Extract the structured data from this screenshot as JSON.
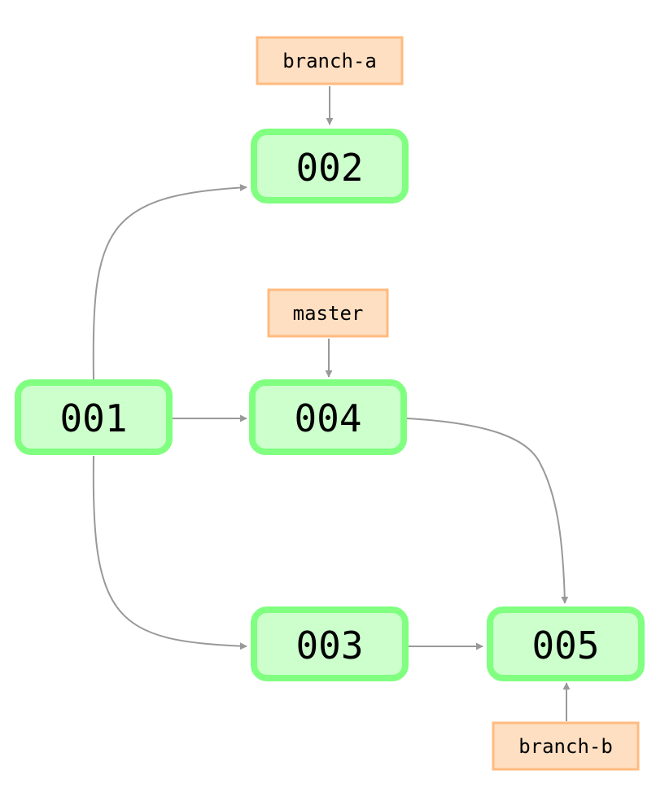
{
  "commits": [
    {
      "id": "001"
    },
    {
      "id": "002"
    },
    {
      "id": "003"
    },
    {
      "id": "004"
    },
    {
      "id": "005"
    }
  ],
  "branches": [
    {
      "name": "branch-a",
      "points_to": "002"
    },
    {
      "name": "master",
      "points_to": "004"
    },
    {
      "name": "branch-b",
      "points_to": "005"
    }
  ],
  "edges": [
    {
      "from": "001",
      "to": "002"
    },
    {
      "from": "001",
      "to": "004"
    },
    {
      "from": "001",
      "to": "003"
    },
    {
      "from": "004",
      "to": "005"
    },
    {
      "from": "003",
      "to": "005"
    }
  ],
  "colors": {
    "commit_fill": "#ccffcc",
    "commit_stroke": "#80ff80",
    "label_fill": "#ffdfc2",
    "label_stroke": "#ffbb80",
    "edge": "#999999"
  }
}
